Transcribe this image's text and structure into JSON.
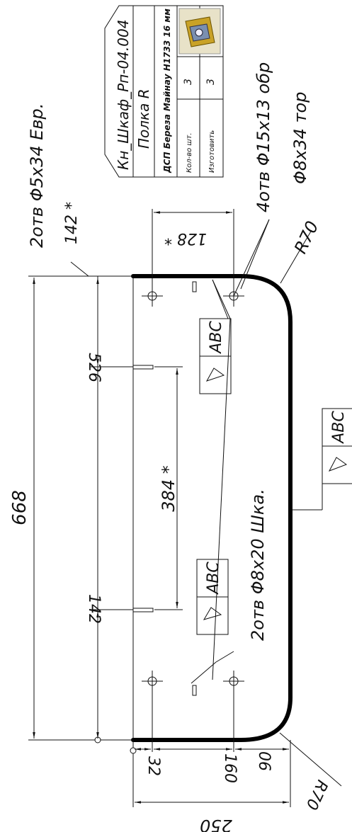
{
  "dimensions": {
    "total_length": "668",
    "left_section": "142",
    "right_offset": "526",
    "hole_pitch": "384 *",
    "top_spacing": "142 *",
    "vertical_offset": "128 *",
    "bottom_32": "32",
    "bottom_160": "160",
    "bottom_90": "06",
    "overall_width": "250"
  },
  "callouts": {
    "holes_top": "2отв Φ5x34 Евр.",
    "holes_right_a": "4отв Φ15x13 обр",
    "holes_right_b": "Φ8x34 тор",
    "holes_center": "2отв Φ8x20 Шка.",
    "radius_top": "R70",
    "radius_bottom": "R70"
  },
  "edge_labels": [
    "ABC",
    "ABC",
    "ABC"
  ],
  "title_block": {
    "code": "Кн_Шкаф_Рп-04.004",
    "name": "Полка R",
    "material": "ДСП Береза Майнау Н1733 16 мм",
    "qty_label": "Кол-во шт.",
    "qty_value_1": "3",
    "qty_value_2": "3",
    "made_label": "Изготовить"
  }
}
